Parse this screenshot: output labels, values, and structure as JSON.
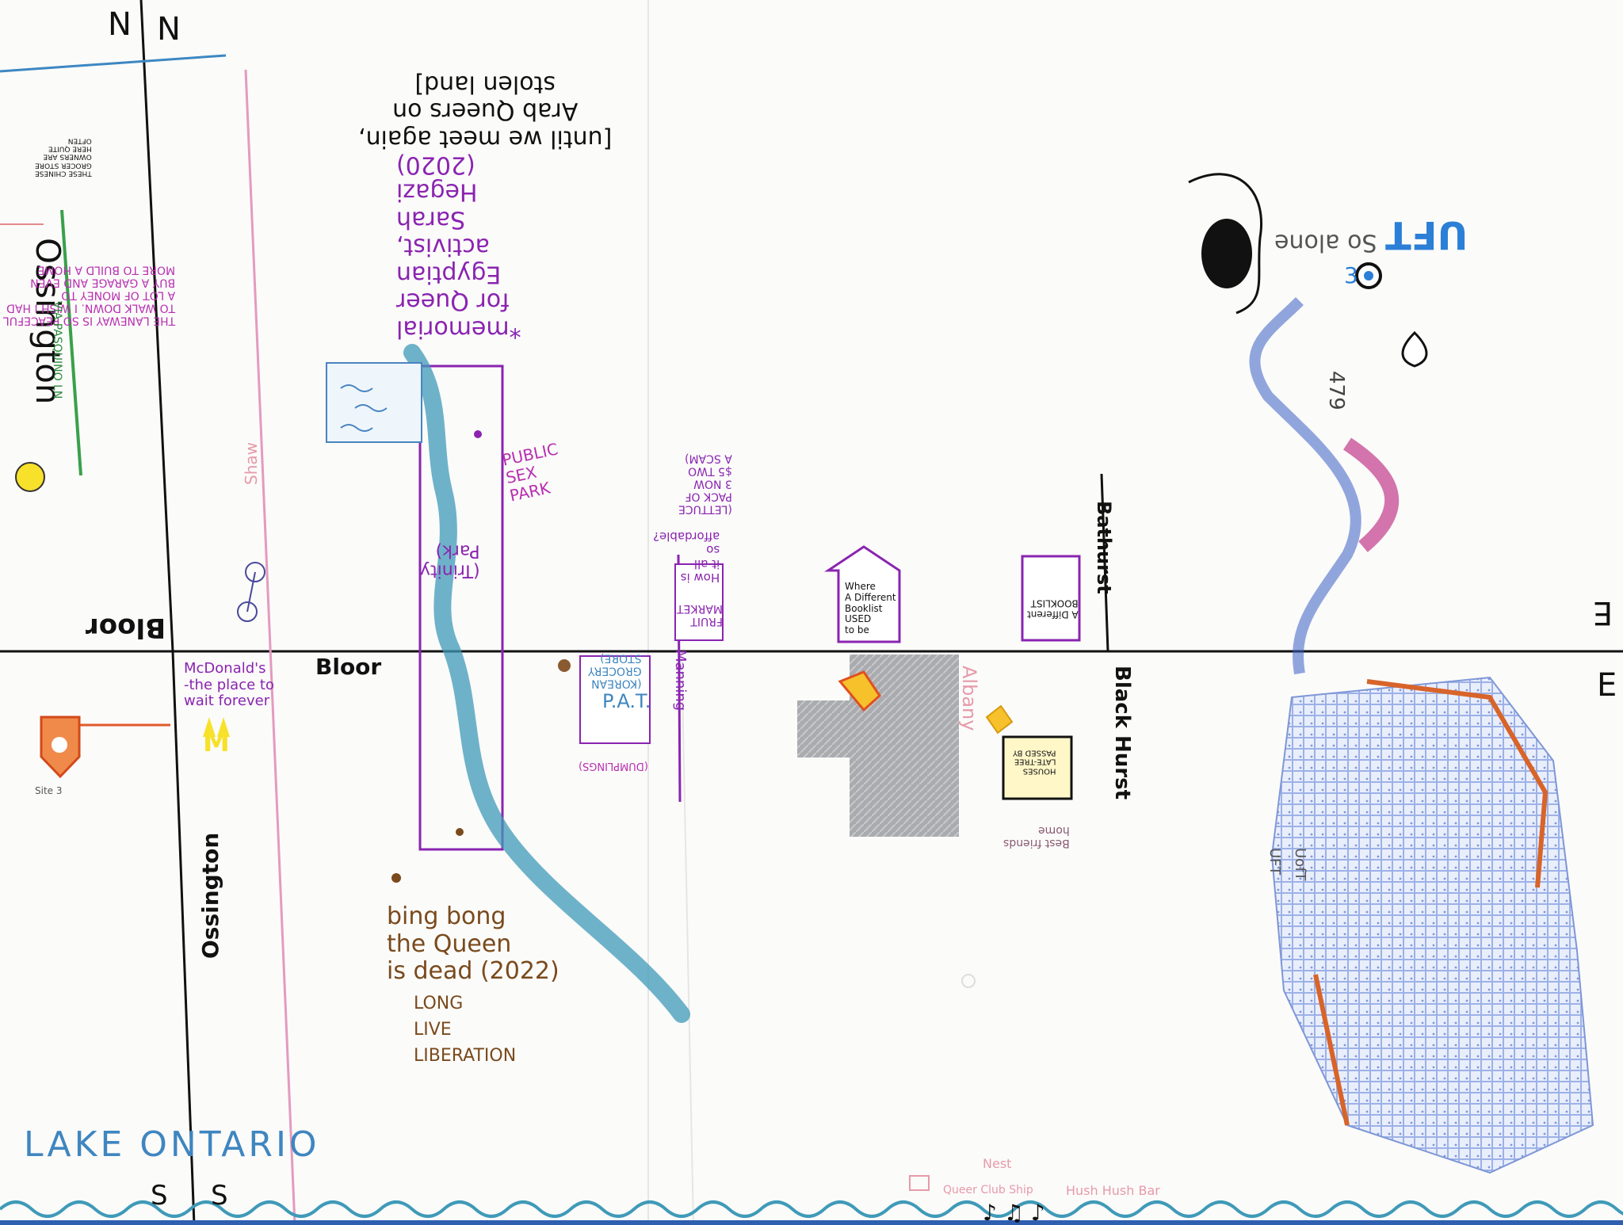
{
  "compass": {
    "north_left": "N",
    "north_right": "N",
    "south_left": "S",
    "south_right": "S",
    "east_top": "E",
    "east_bottom": "E"
  },
  "streets": {
    "ossington_top": "Ossington",
    "ossington_bottom": "Ossington",
    "bloor_upper_left": "Bloor",
    "bloor_lower_left": "Bloor",
    "bathurst": "Bathurst",
    "blackhurst": "Black Hurst",
    "albany": "Albany",
    "manning": "Manning",
    "shaw": "Shaw"
  },
  "annotations": {
    "memorial": "*memorial\nfor Queer\nEgyptian\nactivist,\nSarah\nHegazi\n(2020)",
    "until_we_meet": "[until we meet again,\nArab Queers on\nstolen land]",
    "public_sex_park": "PUBLIC\nSEX\nPARK",
    "trinity_park": "(Trinity\nPark)",
    "mcdonalds": "McDonald's\n-the place to\nwait forever",
    "mcdonalds_logo": "M",
    "site3": "Site 3",
    "bing_bong": "bing bong\nthe Queen\nis dead (2022)",
    "long_live": "LONG\nLIVE\nLIBERATION",
    "pat": "P.A.T.",
    "pat_sub": "(KOREAN\nGROCERY\nSTORE)",
    "dumplings": "(DUMPLINGS)",
    "fruit_market": "FRUIT\nMARKET",
    "how_is_it": "How is\nit all\nso\naffordable?",
    "lettuce": "(LETTUCE\nPACK OF\n3 NOW\n$5 TWO\nA SCAM)",
    "bookstore": "Where\nA Different\nBooklist\nUSED\nto be",
    "different_booklist": "A Different\nBOOKLIST",
    "ossington_note": "THESE CHINESE\nGROCER STORE\nOWNERS ARE\nHERE QUITE\nOFTEN",
    "laneway": "THE LANEWAY IS SO PEACEFUL\nTO WALK DOWN. I WISH I HAD\nA LOT OF MONEY TO\nBUY A GARAGE AND EVEN\nMORE TO BUILD A HOME",
    "via_pasquino": "VIA PASQUINO LN",
    "so_alone": "So alone",
    "uft_top": "UFT",
    "uft_bottom": "UFT",
    "uoft": "UofT",
    "number_479": "479",
    "three": "3",
    "lake_ontario": "LAKE ONTARIO",
    "nest": "Nest",
    "queer_club": "Queer Club Ship",
    "hush_hush": "Hush Hush Bar",
    "best_friends": "Best friends\nhome",
    "houses": "HOUSES\nLATE-TREE\nPASSED BY"
  },
  "colors": {
    "water": "#3f9ab8",
    "roads": "#111111",
    "uoft_rubbing": "#3a5fc4",
    "accent_purple": "#8a24b0",
    "orange_outline": "#d8642a"
  }
}
